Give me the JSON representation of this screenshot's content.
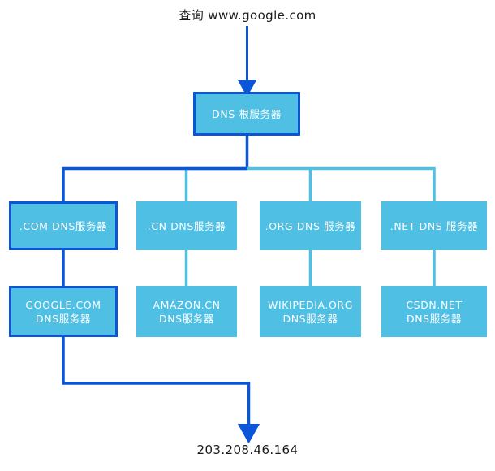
{
  "diagram": {
    "query_label": "查询 www.google.com",
    "result_label": "203.208.46.164",
    "colors": {
      "node_fill": "#4FBFE4",
      "active_stroke": "#0B55D8",
      "idle_stroke": "#4FBFE4",
      "label_text": "#1a1a1a",
      "node_text": "#ffffff"
    },
    "root": {
      "label": "DNS 根服务器",
      "active": true
    },
    "tld_nodes": [
      {
        "label": "(.COM DNS服务器)",
        "line1": ".COM DNS服务器",
        "active": true
      },
      {
        "label": "(.CN DNS服务器)",
        "line1": ".CN DNS服务器",
        "active": false
      },
      {
        "label": "(.ORG DNS 服务器)",
        "line1": ".ORG DNS 服务器",
        "active": false
      },
      {
        "label": "(.NET DNS 服务器)",
        "line1": ".NET DNS 服务器",
        "active": false
      }
    ],
    "authoritative_nodes": [
      {
        "line1": "GOOGLE.COM",
        "line2": "DNS服务器",
        "active": true
      },
      {
        "line1": "AMAZON.CN",
        "line2": "DNS服务器",
        "active": false
      },
      {
        "line1": "WIKIPEDIA.ORG",
        "line2": "DNS服务器",
        "active": false
      },
      {
        "line1": "CSDN.NET",
        "line2": "DNS服务器",
        "active": false
      }
    ]
  }
}
